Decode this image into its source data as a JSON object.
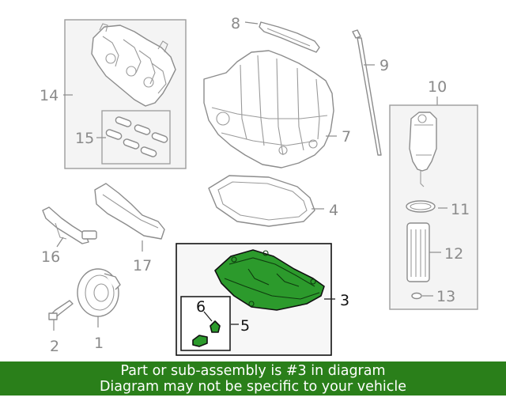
{
  "diagram": {
    "callouts": {
      "c1": "1",
      "c2": "2",
      "c3": "3",
      "c4": "4",
      "c5": "5",
      "c6": "6",
      "c7": "7",
      "c8": "8",
      "c9": "9",
      "c10": "10",
      "c11": "11",
      "c12": "12",
      "c13": "13",
      "c14": "14",
      "c15": "15",
      "c16": "16",
      "c17": "17"
    },
    "highlighted_part": "3",
    "highlight_color": "#2c9a2c"
  },
  "banner": {
    "line1": "Part or sub-assembly is #3 in diagram",
    "line2": "Diagram may not be specific to your vehicle",
    "background": "#2a7f1a"
  }
}
